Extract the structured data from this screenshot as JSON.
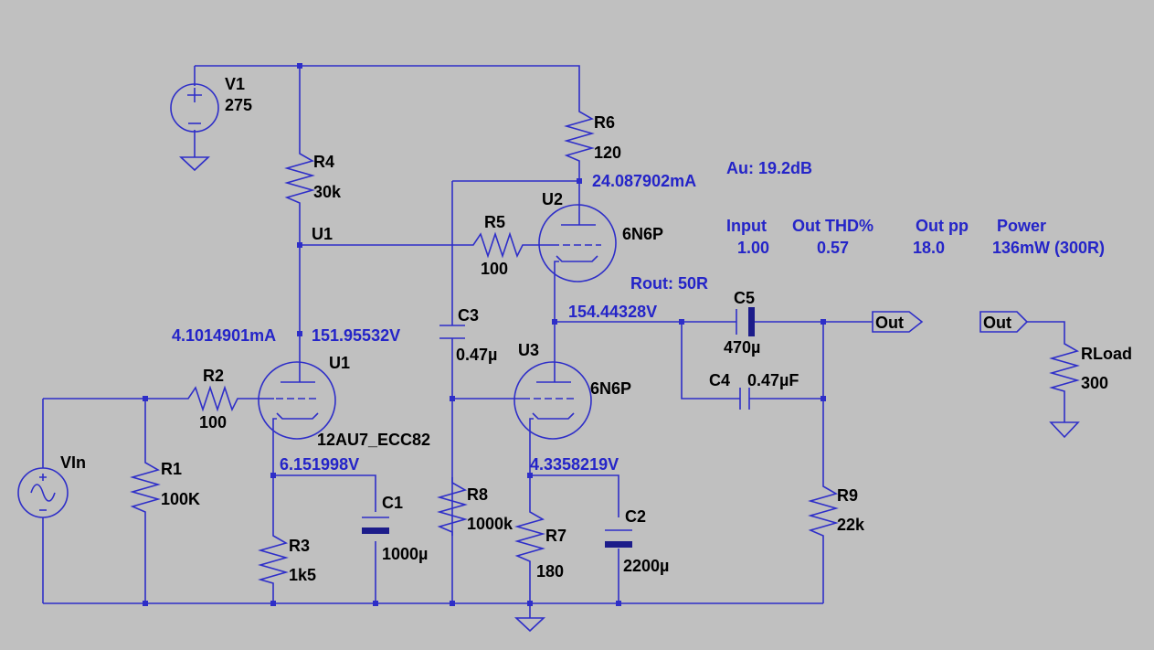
{
  "colors": {
    "background": "#c0c0c0",
    "wire": "#2e2ec8",
    "annotation": "#2424c8",
    "label": "#000000"
  },
  "sources": {
    "V1": {
      "name": "V1",
      "value": "275"
    },
    "Vin": {
      "name": "VIn"
    }
  },
  "components": {
    "R1": {
      "name": "R1",
      "value": "100K"
    },
    "R2": {
      "name": "R2",
      "value": "100"
    },
    "R3": {
      "name": "R3",
      "value": "1k5"
    },
    "R4": {
      "name": "R4",
      "value": "30k"
    },
    "R5": {
      "name": "R5",
      "value": "100"
    },
    "R6": {
      "name": "R6",
      "value": "120"
    },
    "R7": {
      "name": "R7",
      "value": "180"
    },
    "R8": {
      "name": "R8",
      "value": "1000k"
    },
    "R9": {
      "name": "R9",
      "value": "22k"
    },
    "RLoad": {
      "name": "RLoad",
      "value": "300"
    },
    "C1": {
      "name": "C1",
      "value": "1000µ"
    },
    "C2": {
      "name": "C2",
      "value": "2200µ"
    },
    "C3": {
      "name": "C3",
      "value": "0.47µ"
    },
    "C4": {
      "name": "C4",
      "value": "0.47µF"
    },
    "C5": {
      "name": "C5",
      "value": "470µ"
    },
    "U1": {
      "name": "U1",
      "model": "12AU7_ECC82"
    },
    "U2": {
      "name": "U2",
      "model": "6N6P"
    },
    "U3": {
      "name": "U3",
      "model": "6N6P"
    }
  },
  "net_labels": {
    "u1_net": "U1"
  },
  "ports": {
    "out1": "Out",
    "out2": "Out"
  },
  "measurements": {
    "u1_current": "4.1014901mA",
    "u1_anode_v": "151.95532V",
    "u1_cathode_v": "6.151998V",
    "u2_current": "24.087902mA",
    "out_node_v": "154.44328V",
    "u3_cathode_v": "4.3358219V"
  },
  "summary": {
    "gain": "Au: 19.2dB",
    "rout": "Rout: 50R",
    "headers": {
      "input": "Input",
      "thd": "Out THD%",
      "pp": "Out pp",
      "power": "Power"
    },
    "values": {
      "input": "1.00",
      "thd": "0.57",
      "pp": "18.0",
      "power": "136mW (300R)"
    }
  }
}
